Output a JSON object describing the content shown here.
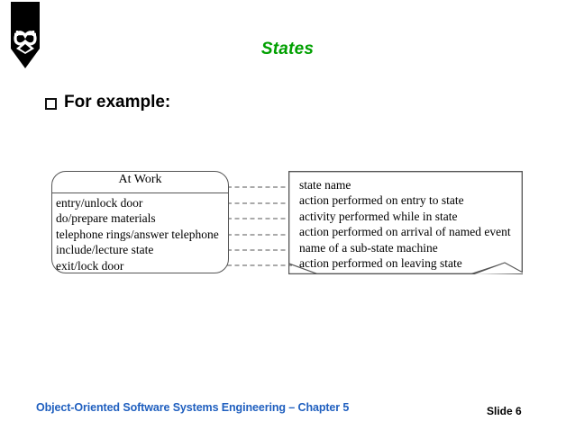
{
  "slide": {
    "title": "States",
    "title_color": "#00a000",
    "bullet": {
      "icon": "square-bullet-icon",
      "text": "For example:"
    },
    "logo": {
      "icon": "university-shield-logo"
    }
  },
  "state_box": {
    "name": "At Work",
    "lines": [
      "entry/unlock door",
      "do/prepare materials",
      "telephone rings/answer telephone",
      "include/lecture state",
      "exit/lock door"
    ]
  },
  "note_box": {
    "lines": [
      "state name",
      "action performed on entry to state",
      "activity performed while in state",
      "action performed on arrival of named event",
      "name of a sub-state machine",
      "action performed on leaving state"
    ]
  },
  "footer": {
    "text": "Object-Oriented Software Systems Engineering – Chapter 5",
    "text_color": "#1f5fbf",
    "slide_number": "Slide 6"
  }
}
